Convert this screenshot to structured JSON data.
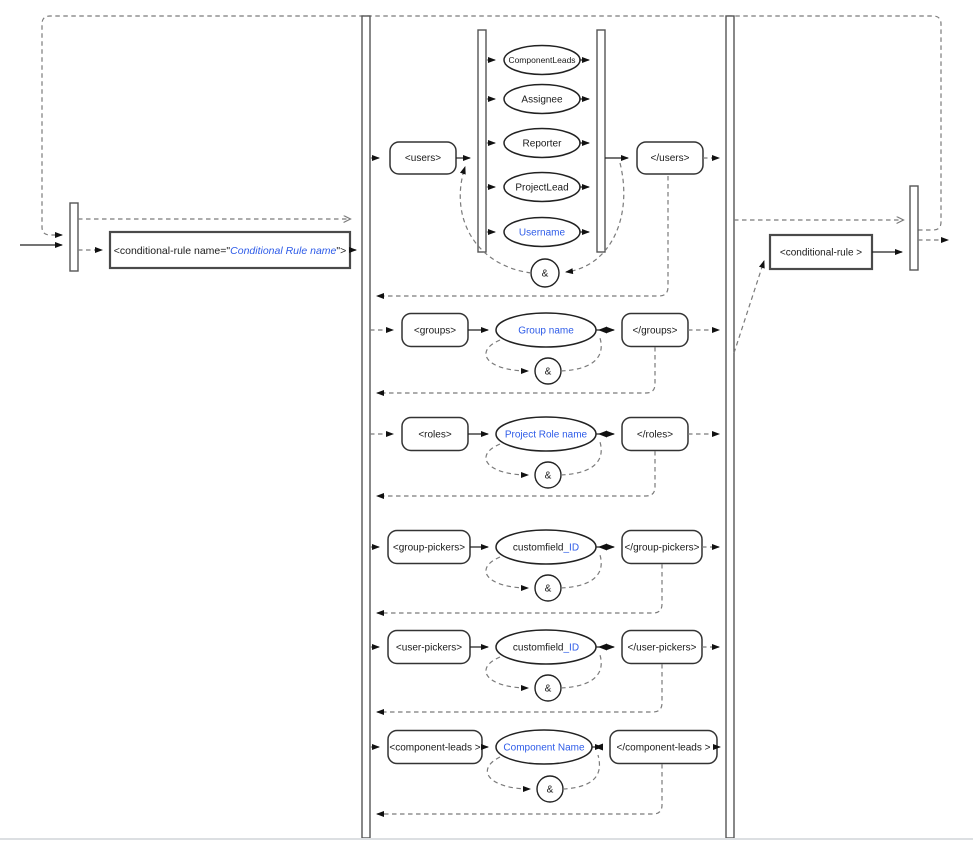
{
  "diagram": {
    "entry": {
      "tag_prefix": "<conditional-rule name=\"",
      "tag_name": "Conditional Rule name",
      "tag_suffix": "\">"
    },
    "exit_tag": "<conditional-rule >",
    "amp": "&",
    "users": {
      "open_tag": "<users>",
      "close_tag": "</users>",
      "choices": [
        "ComponentLeads",
        "Assignee",
        "Reporter",
        "ProjectLead",
        "Username"
      ]
    },
    "rows": [
      {
        "open_tag": "<groups>",
        "value": "Group name",
        "value_suffix": "",
        "close_tag": "</groups>"
      },
      {
        "open_tag": "<roles>",
        "value": "Project Role name",
        "value_suffix": "",
        "close_tag": "</roles>"
      },
      {
        "open_tag": "<group-pickers>",
        "value": "customfield",
        "value_suffix": "_ID",
        "close_tag": "</group-pickers>"
      },
      {
        "open_tag": "<user-pickers>",
        "value": "customfield",
        "value_suffix": "_ID",
        "close_tag": "</user-pickers>"
      },
      {
        "open_tag": "<component-leads >",
        "value": "Component Name",
        "value_suffix": "",
        "close_tag": "</component-leads >"
      }
    ],
    "colors": {
      "blue": "#2d5be8",
      "line": "#222222",
      "dashed": "#7a7a7a"
    }
  }
}
